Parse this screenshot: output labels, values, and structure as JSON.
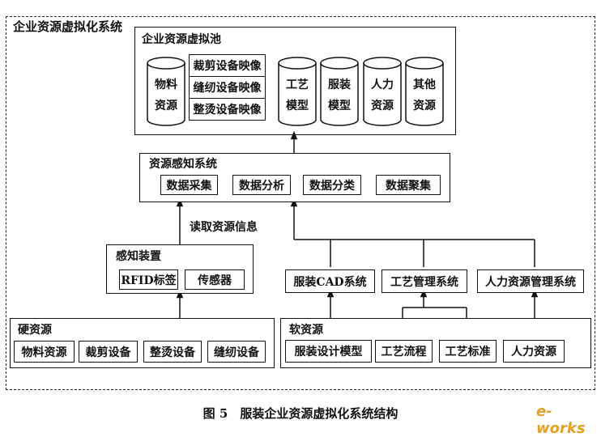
{
  "outer_title": "企业资源虚拟化系统",
  "pool": {
    "title": "企业资源虚拟池",
    "material": [
      "物料",
      "资源"
    ],
    "mappings": [
      "裁剪设备映像",
      "缝纫设备映像",
      "整烫设备映像"
    ],
    "cylinders": [
      [
        "工艺",
        "模型"
      ],
      [
        "服装",
        "模型"
      ],
      [
        "人力",
        "资源"
      ],
      [
        "其他",
        "资源"
      ]
    ]
  },
  "perception_system": {
    "title": "资源感知系统",
    "items": [
      "数据采集",
      "数据分析",
      "数据分类",
      "数据聚集"
    ]
  },
  "read_label": "读取资源信息",
  "device": {
    "title": "感知装置",
    "items": [
      "RFID标签",
      "传感器"
    ]
  },
  "software_systems": [
    "服装CAD系统",
    "工艺管理系统",
    "人力资源管理系统"
  ],
  "hardware": {
    "title": "硬资源",
    "items": [
      "物料资源",
      "裁剪设备",
      "整烫设备",
      "缝纫设备"
    ]
  },
  "software": {
    "title": "软资源",
    "items": [
      "服装设计模型",
      "工艺流程",
      "工艺标准",
      "人力资源"
    ]
  },
  "caption": "图 5　服装企业资源虚拟化系统结构",
  "watermark": "e-works",
  "colors": {
    "line": "#111111",
    "watermark": "#e8a020"
  }
}
